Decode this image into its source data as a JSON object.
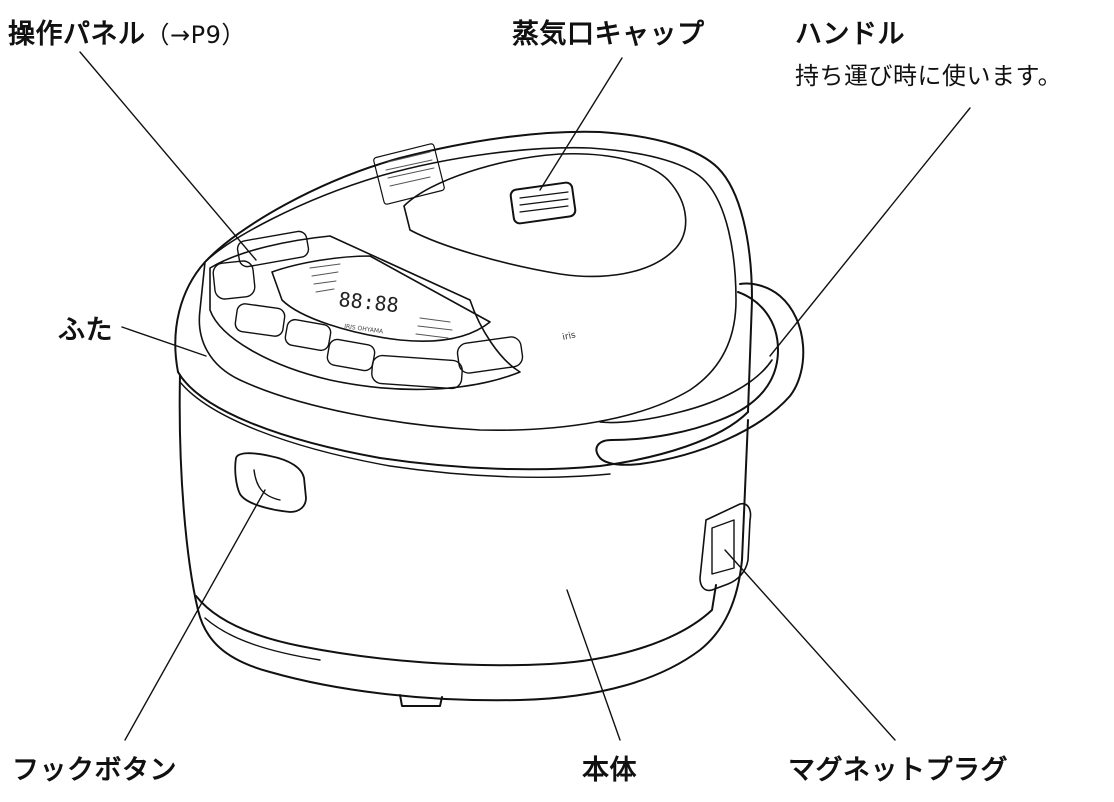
{
  "labels": {
    "control_panel": {
      "name": "操作パネル",
      "ref": "（→P9）"
    },
    "steam_cap": "蒸気口キャップ",
    "handle": {
      "name": "ハンドル",
      "note": "持ち運び時に使います。"
    },
    "lid": "ふた",
    "hook_button": "フックボタン",
    "body": "本体",
    "magnet_plug": "マグネットプラグ"
  },
  "panel_text": {
    "display_digits": "88:88",
    "brand": "IRIS OHYAMA",
    "logo": "iris-ohyama-logo"
  }
}
